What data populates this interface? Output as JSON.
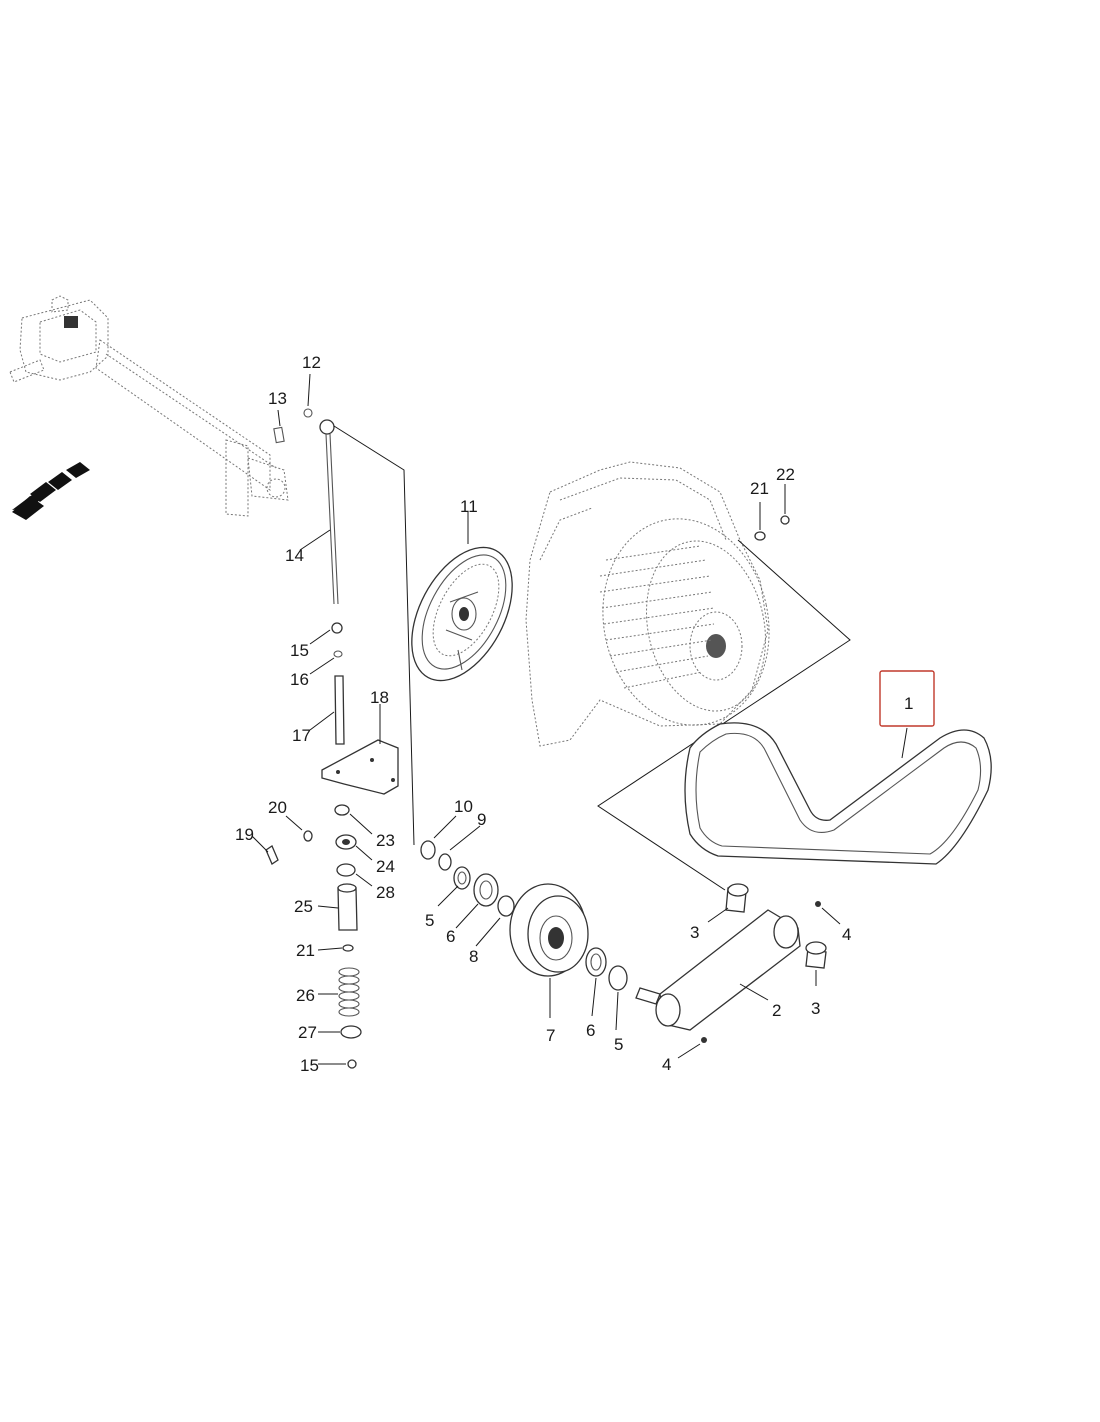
{
  "diagram": {
    "colors": {
      "line": "#333333",
      "highlight": "#c0392b",
      "arrow": "#111111"
    },
    "callouts": [
      {
        "id": "c1",
        "text": "1"
      },
      {
        "id": "c2",
        "text": "2"
      },
      {
        "id": "c3a",
        "text": "3"
      },
      {
        "id": "c3b",
        "text": "3"
      },
      {
        "id": "c4a",
        "text": "4"
      },
      {
        "id": "c4b",
        "text": "4"
      },
      {
        "id": "c5a",
        "text": "5"
      },
      {
        "id": "c5b",
        "text": "5"
      },
      {
        "id": "c6a",
        "text": "6"
      },
      {
        "id": "c6b",
        "text": "6"
      },
      {
        "id": "c7",
        "text": "7"
      },
      {
        "id": "c8",
        "text": "8"
      },
      {
        "id": "c9",
        "text": "9"
      },
      {
        "id": "c10",
        "text": "10"
      },
      {
        "id": "c11",
        "text": "11"
      },
      {
        "id": "c12",
        "text": "12"
      },
      {
        "id": "c13",
        "text": "13"
      },
      {
        "id": "c14",
        "text": "14"
      },
      {
        "id": "c15a",
        "text": "15"
      },
      {
        "id": "c15b",
        "text": "15"
      },
      {
        "id": "c16",
        "text": "16"
      },
      {
        "id": "c17",
        "text": "17"
      },
      {
        "id": "c18",
        "text": "18"
      },
      {
        "id": "c19",
        "text": "19"
      },
      {
        "id": "c20",
        "text": "20"
      },
      {
        "id": "c21a",
        "text": "21"
      },
      {
        "id": "c21b",
        "text": "21"
      },
      {
        "id": "c22",
        "text": "22"
      },
      {
        "id": "c23",
        "text": "23"
      },
      {
        "id": "c24",
        "text": "24"
      },
      {
        "id": "c25",
        "text": "25"
      },
      {
        "id": "c26",
        "text": "26"
      },
      {
        "id": "c27",
        "text": "27"
      },
      {
        "id": "c28",
        "text": "28"
      }
    ]
  }
}
